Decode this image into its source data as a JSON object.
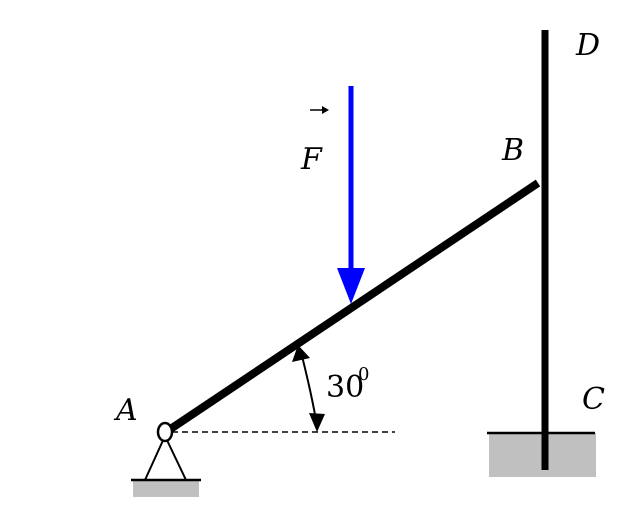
{
  "labels": {
    "A": "A",
    "B": "B",
    "C": "C",
    "D": "D",
    "F": "F"
  },
  "angle": {
    "value": "30",
    "unit": "0"
  },
  "colors": {
    "force": "#0000ff",
    "beam": "#000000",
    "ground": "#c0c0c0"
  }
}
